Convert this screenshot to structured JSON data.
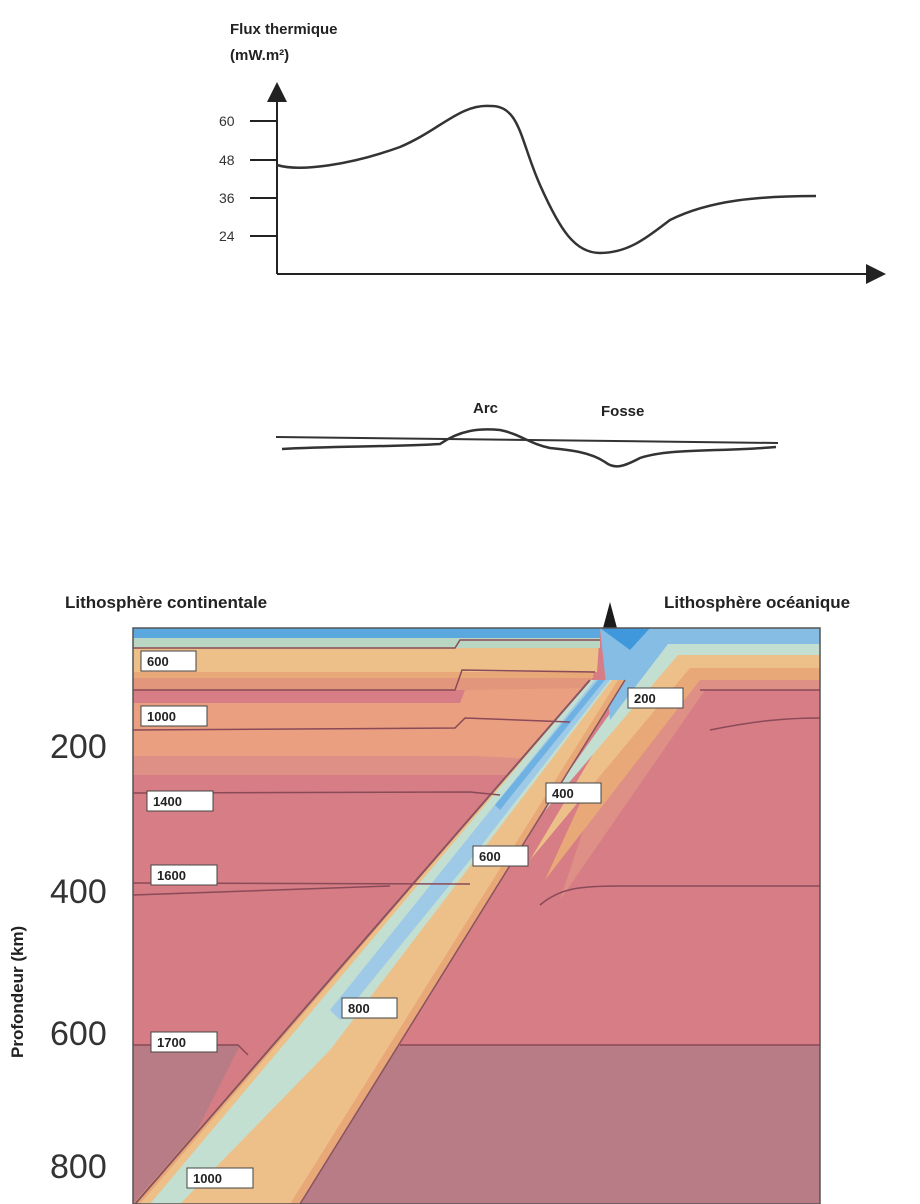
{
  "heat_flow_graph": {
    "title": "Flux thermique",
    "unit": "(mW.m²)",
    "y_ticks": [
      "60",
      "48",
      "36",
      "24"
    ]
  },
  "topography": {
    "arc_label": "Arc",
    "trench_label": "Fosse"
  },
  "cross_section": {
    "left_label": "Lithosphère continentale",
    "right_label": "Lithosphère océanique",
    "depth_axis_label": "Profondeur (km)",
    "depth_ticks": [
      "200",
      "400",
      "600",
      "800"
    ],
    "mantle_isotherms": [
      "600",
      "1000",
      "1400",
      "1600",
      "1700"
    ],
    "slab_isotherms": [
      "200",
      "400",
      "600",
      "800",
      "1000"
    ]
  }
}
